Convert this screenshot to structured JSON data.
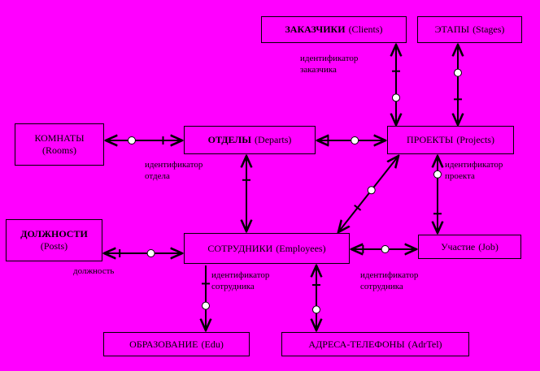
{
  "entities": {
    "clients": {
      "title": "ЗАКАЗЧИКИ",
      "sub": "(Clients)"
    },
    "stages": {
      "title": "ЭТАПЫ",
      "sub": "(Stages)"
    },
    "rooms": {
      "title": "КОМНАТЫ",
      "sub": "(Rooms)"
    },
    "departs": {
      "title": "ОТДЕЛЫ",
      "sub": "(Departs)"
    },
    "projects": {
      "title": "ПРОЕКТЫ",
      "sub": "(Projects)"
    },
    "posts": {
      "title": "ДОЛЖНОСТИ",
      "sub": "(Posts)"
    },
    "employees": {
      "title": "СОТРУДНИКИ",
      "sub": "(Employees)"
    },
    "job": {
      "title": "Участие",
      "sub": "(Job)"
    },
    "edu": {
      "title": "ОБРАЗОВАНИЕ",
      "sub": "(Edu)"
    },
    "adrtel": {
      "title": "АДРЕСА-ТЕЛЕФОНЫ",
      "sub": "(AdrTel)"
    }
  },
  "labels": {
    "client_id": [
      "идентификатор",
      "заказчика"
    ],
    "depart_id": [
      "идентификатор",
      "отдела"
    ],
    "project_id": [
      "идентификатор",
      "проекта"
    ],
    "post": [
      "должность"
    ],
    "employee_id_edu": [
      "идентификатор",
      "сотрудника"
    ],
    "employee_id_job": [
      "идентификатор",
      "сотрудника"
    ]
  },
  "colors": {
    "background": "#ff00ff",
    "stroke": "#000000"
  }
}
